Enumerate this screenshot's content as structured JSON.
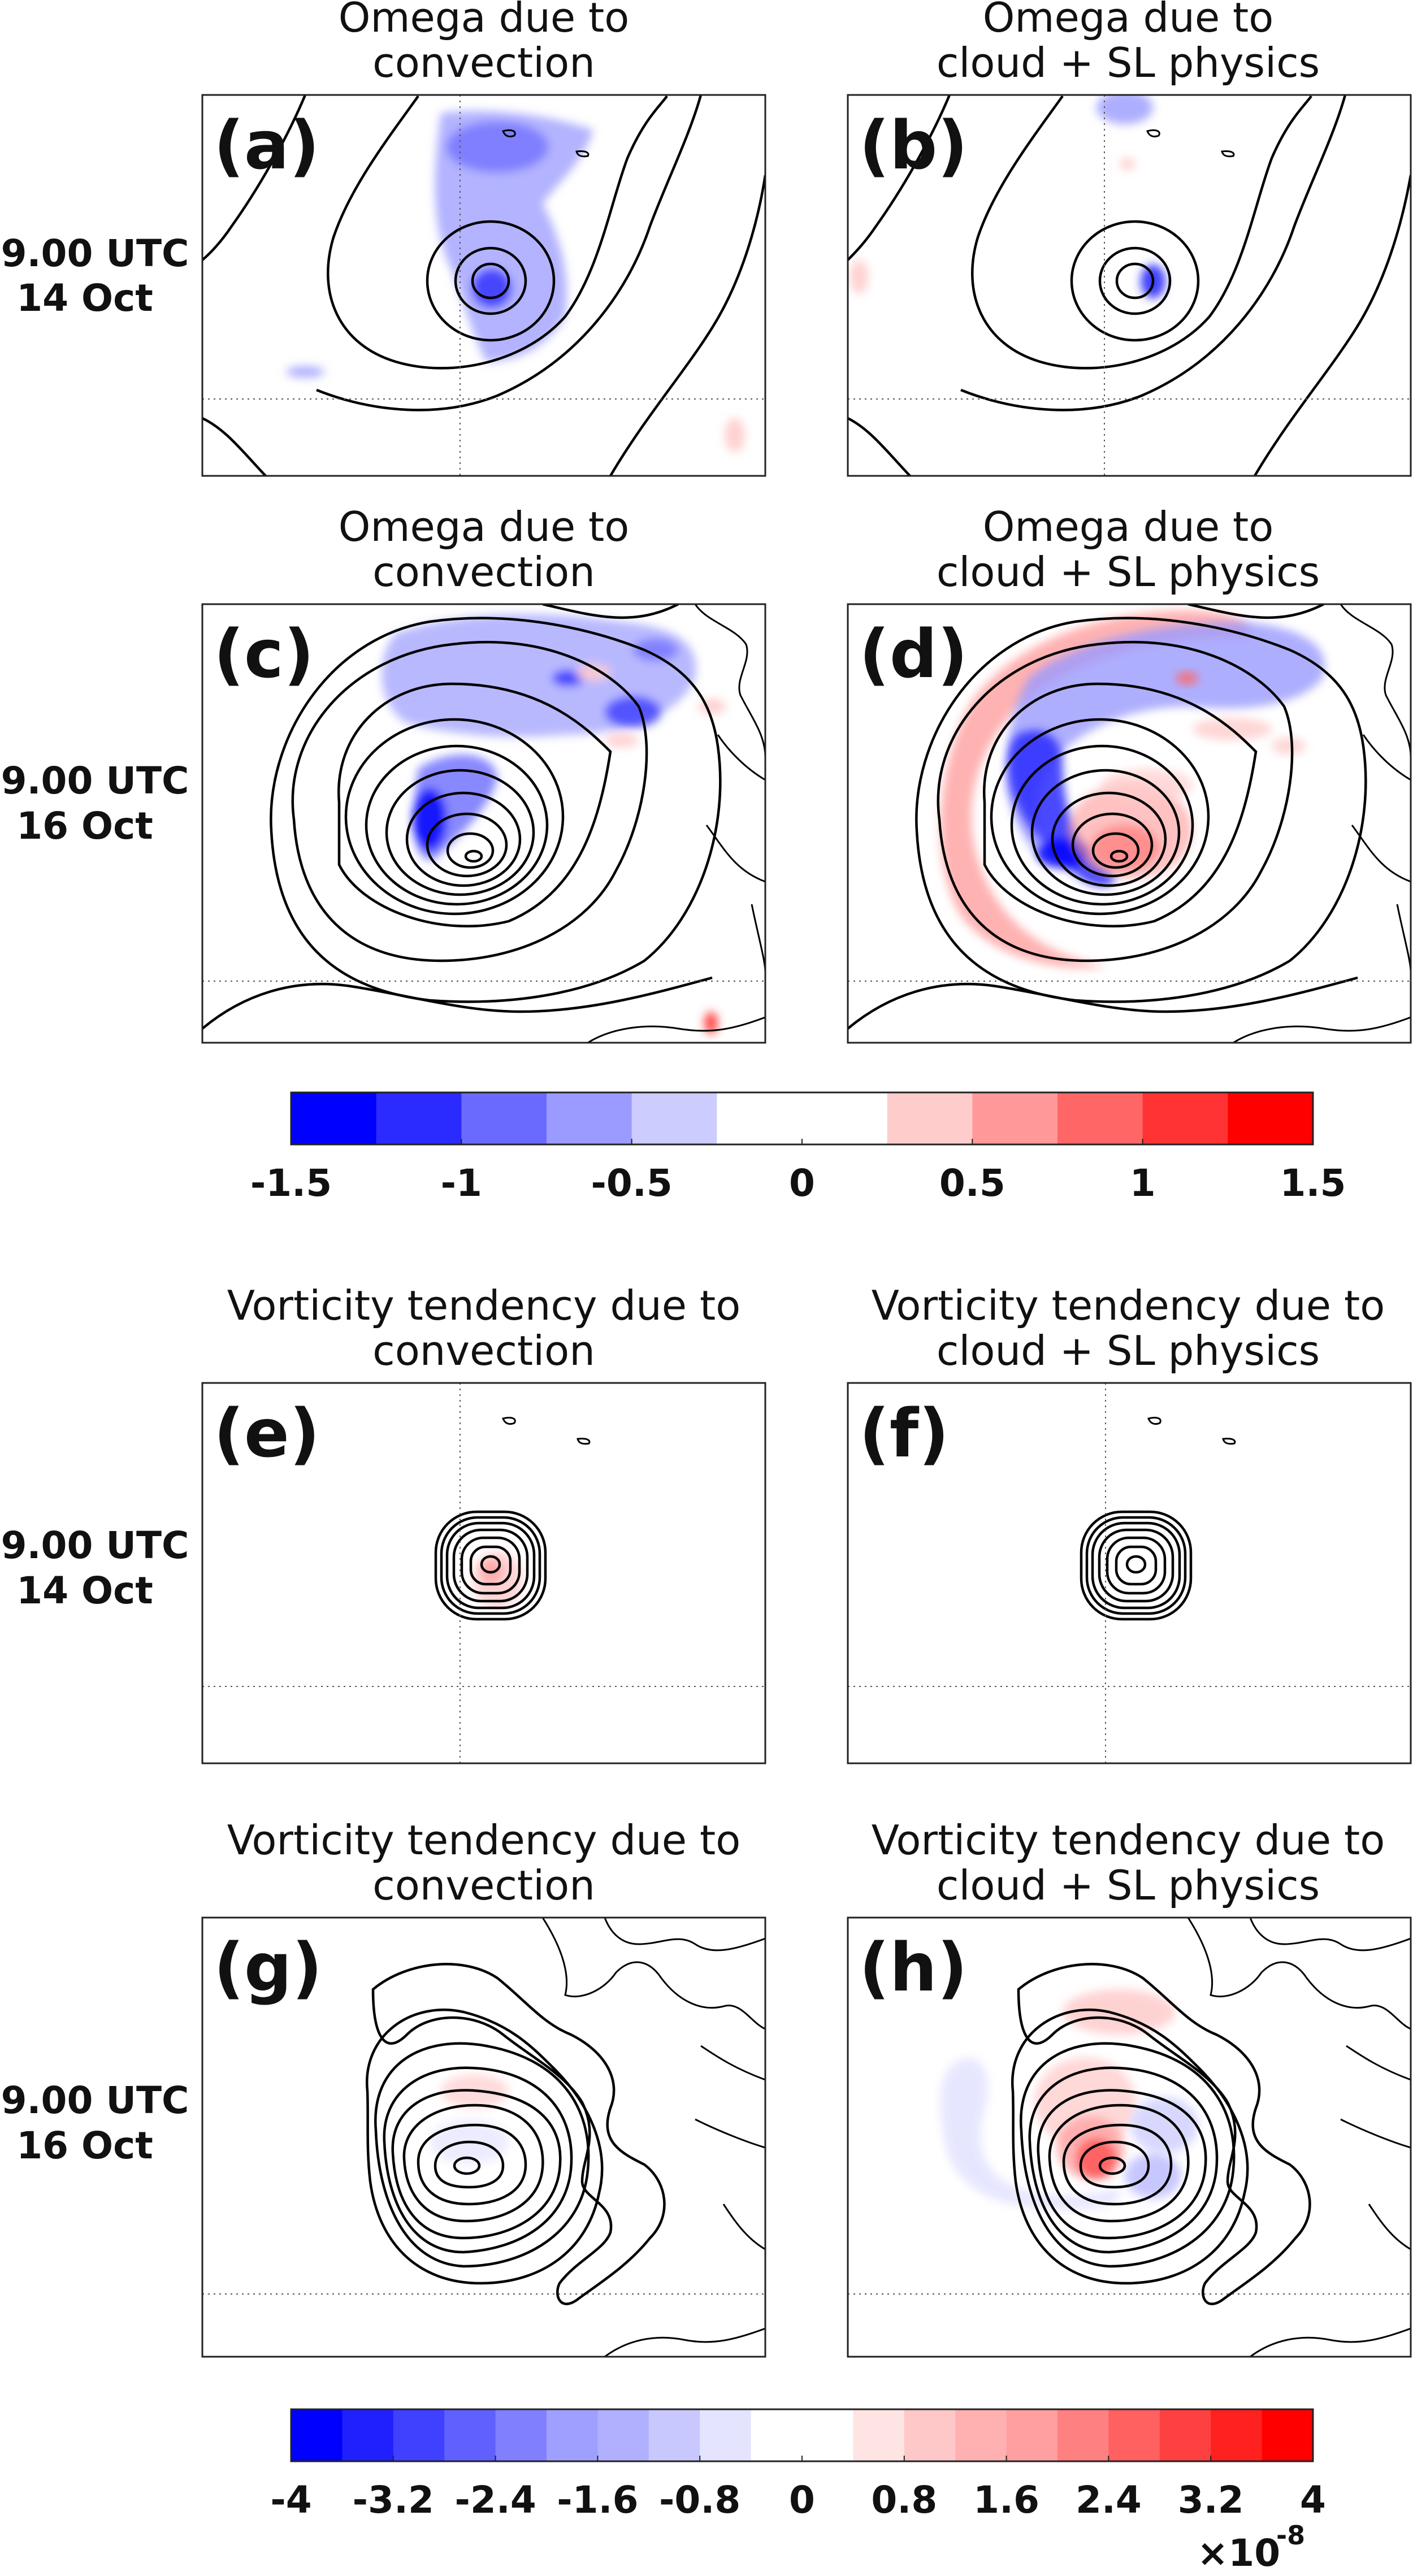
{
  "chart_data": {
    "type": "heatmap",
    "panels": [
      {
        "id": "a",
        "label": "(a)",
        "title": [
          "Omega due to",
          "convection"
        ],
        "row_label": [
          "9.00 UTC",
          "14 Oct"
        ]
      },
      {
        "id": "b",
        "label": "(b)",
        "title": [
          "Omega due to",
          "cloud + SL physics"
        ],
        "row_label": [
          "9.00 UTC",
          "14 Oct"
        ]
      },
      {
        "id": "c",
        "label": "(c)",
        "title": [
          "Omega due to",
          "convection"
        ],
        "row_label": [
          "9.00 UTC",
          "16 Oct"
        ]
      },
      {
        "id": "d",
        "label": "(d)",
        "title": [
          "Omega due to",
          "cloud + SL physics"
        ],
        "row_label": [
          "9.00 UTC",
          "16 Oct"
        ]
      },
      {
        "id": "e",
        "label": "(e)",
        "title": [
          "Vorticity tendency due to",
          "convection"
        ],
        "row_label": [
          "9.00 UTC",
          "14 Oct"
        ]
      },
      {
        "id": "f",
        "label": "(f)",
        "title": [
          "Vorticity tendency due to",
          "cloud + SL physics"
        ],
        "row_label": [
          "9.00 UTC",
          "14 Oct"
        ]
      },
      {
        "id": "g",
        "label": "(g)",
        "title": [
          "Vorticity tendency due to",
          "convection"
        ],
        "row_label": [
          "9.00 UTC",
          "16 Oct"
        ]
      },
      {
        "id": "h",
        "label": "(h)",
        "title": [
          "Vorticity tendency due to",
          "cloud + SL physics"
        ],
        "row_label": [
          "9.00 UTC",
          "16 Oct"
        ]
      }
    ],
    "colorbars": [
      {
        "id": "omega",
        "limits": [
          -1.5,
          1.5
        ],
        "levels": 12,
        "colors": [
          "#0000ff",
          "#2b2bff",
          "#6a6aff",
          "#9a9aff",
          "#ccccff",
          "#ffffff",
          "#ffffff",
          "#ffcccc",
          "#ff9999",
          "#ff6666",
          "#ff3333",
          "#ff0000"
        ],
        "tick_labels": [
          "-1.5",
          "-1",
          "-0.5",
          "0",
          "0.5",
          "1",
          "1.5"
        ],
        "tick_values": [
          -1.5,
          -1,
          -0.5,
          0,
          0.5,
          1,
          1.5
        ],
        "multiplier": ""
      },
      {
        "id": "vorticity",
        "limits": [
          -4,
          4
        ],
        "levels": 20,
        "colors": [
          "#0000ff",
          "#2020ff",
          "#4040ff",
          "#6060ff",
          "#8080ff",
          "#9f9fff",
          "#b0b0ff",
          "#c8c8ff",
          "#e4e4ff",
          "#ffffff",
          "#ffffff",
          "#ffe4e4",
          "#ffc8c8",
          "#ffb0b0",
          "#ff9f9f",
          "#ff8080",
          "#ff6060",
          "#ff4040",
          "#ff2020",
          "#ff0000"
        ],
        "tick_labels": [
          "-4",
          "-3.2",
          "-2.4",
          "-1.6",
          "-0.8",
          "0",
          "0.8",
          "1.6",
          "2.4",
          "3.2",
          "4"
        ],
        "tick_values": [
          -4,
          -3.2,
          -2.4,
          -1.6,
          -0.8,
          0,
          0.8,
          1.6,
          2.4,
          3.2,
          4
        ],
        "multiplier_base": "×10",
        "multiplier_exp": "-8"
      }
    ]
  }
}
